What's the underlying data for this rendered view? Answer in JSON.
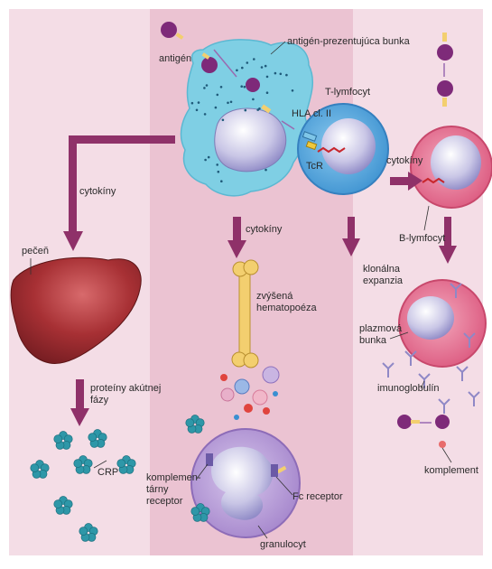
{
  "labels": {
    "antigen": "antigén",
    "apc": "antigén-prezentujúca bunka",
    "t_lymph": "T-lymfocyt",
    "hla": "HLA cl. II",
    "tcr": "TcR",
    "cytokines_center": "cytokíny",
    "cytokines_left": "cytokíny",
    "cytokines_right": "cytokíny",
    "liver": "pečeň",
    "clonal": "klonálna expanzia",
    "b_lymph": "B-lymfocyt",
    "hematopoesis": "zvýšená hematopoéza",
    "plasma": "plazmová bunka",
    "immunoglobulin": "imunoglobulín",
    "acute_phase": "proteíny akútnej fázy",
    "crp": "CRP",
    "complement_receptor": "komplemen-tárny receptor",
    "fc_receptor": "Fc receptor",
    "granulocyte": "granulocyt",
    "complement": "komplement"
  },
  "colors": {
    "background": "#f4dde6",
    "center_band": "#ebc3d2",
    "arrow": "#8f3169",
    "apc": "#7fcfe4",
    "t_cell": "#5aa6dc",
    "b_cell": "#e3708e",
    "liver": "#9c2a2e",
    "granulocyte": "#b69ad4",
    "crp": "#2e97a8",
    "antigen": "#7e2a79"
  }
}
